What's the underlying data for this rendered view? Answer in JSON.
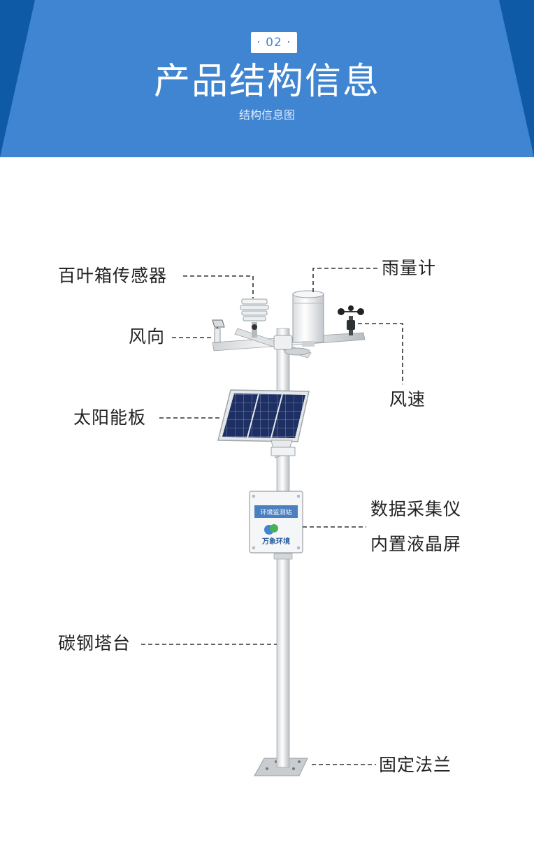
{
  "header": {
    "badge": "· 02 ·",
    "title": "产品结构信息",
    "subtitle": "结构信息图"
  },
  "labels": {
    "louver_box_sensor": "百叶箱传感器",
    "rain_gauge": "雨量计",
    "wind_direction": "风向",
    "wind_speed": "风速",
    "solar_panel": "太阳能板",
    "data_logger_line1": "数据采集仪",
    "data_logger_line2": "内置液晶屏",
    "carbon_steel_tower": "碳钢塔台",
    "fixed_flange": "固定法兰"
  },
  "enclosure": {
    "header_text": "环境监测站",
    "brand": "万象环境"
  },
  "colors": {
    "header_blue": "#3f85d2",
    "header_dark": "#0f5aa6",
    "enclosure_band": "#4a7fc0"
  }
}
